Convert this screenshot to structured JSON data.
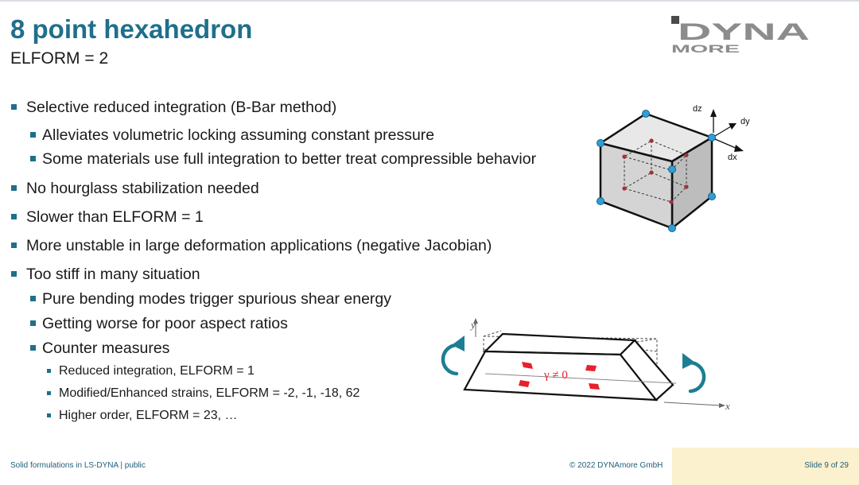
{
  "slide": {
    "title": "8 point hexahedron",
    "subtitle": "ELFORM = 2"
  },
  "logo": {
    "top": "DYNA",
    "bottom": "MORE",
    "color": "#8c8c8c",
    "accent": "#4a4a4a"
  },
  "bullets": [
    {
      "level": 1,
      "text": "Selective reduced integration (B-Bar method)"
    },
    {
      "level": 2,
      "text": "Alleviates volumetric locking assuming constant pressure"
    },
    {
      "level": 2,
      "text": "Some materials use full integration to better treat compressible behavior"
    },
    {
      "level": 1,
      "text": "No hourglass stabilization needed"
    },
    {
      "level": 1,
      "text": "Slower than ELFORM = 1"
    },
    {
      "level": 1,
      "text": "More unstable in large deformation applications (negative Jacobian)"
    },
    {
      "level": 1,
      "text": "Too stiff in many situation"
    },
    {
      "level": 2,
      "text": "Pure bending modes trigger spurious shear energy"
    },
    {
      "level": 2,
      "text": "Getting worse for poor aspect ratios"
    },
    {
      "level": 2,
      "text": "Counter measures"
    },
    {
      "level": 3,
      "text": "Reduced integration, ELFORM = 1"
    },
    {
      "level": 3,
      "text": "Modified/Enhanced strains, ELFORM = -2, -1, -18, 62"
    },
    {
      "level": 3,
      "text": "Higher order, ELFORM = 23, …"
    }
  ],
  "cube_figure": {
    "labels": {
      "dz": "dz",
      "dy": "dy",
      "dx": "dx"
    },
    "node_color": "#2e9fd8",
    "integration_point_color": "#a0303a"
  },
  "beam_figure": {
    "labels": {
      "y": "y",
      "x": "x",
      "gamma": "γ ≠ 0"
    },
    "arrow_color": "#1d7e93",
    "shear_color": "#e8202a"
  },
  "footer": {
    "left": "Solid formulations in LS-DYNA | public",
    "center": "© 2022 DYNAmore GmbH",
    "right": "Slide 9 of 29"
  },
  "colors": {
    "accent": "#1f6f8b",
    "footer_band": "#fbf1cf"
  }
}
